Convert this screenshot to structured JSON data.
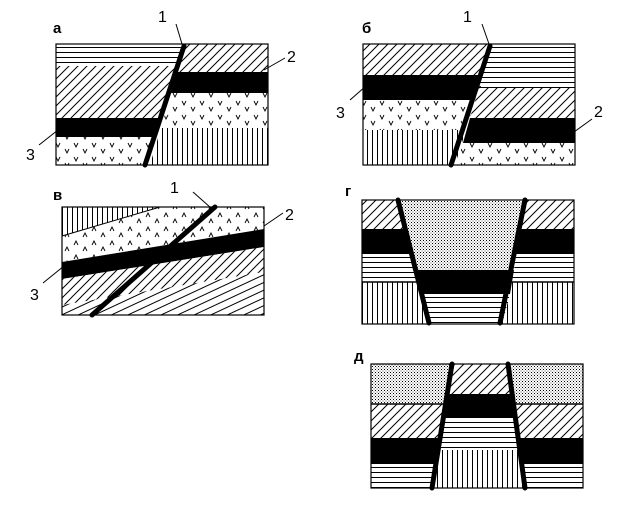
{
  "panels": [
    {
      "id": "a",
      "label": "а",
      "callouts": [
        "1",
        "2",
        "3"
      ]
    },
    {
      "id": "b",
      "label": "б",
      "callouts": [
        "1",
        "3",
        "2"
      ]
    },
    {
      "id": "v",
      "label": "в",
      "callouts": [
        "1",
        "2",
        "3"
      ]
    },
    {
      "id": "g",
      "label": "г",
      "callouts": []
    },
    {
      "id": "d",
      "label": "д",
      "callouts": []
    }
  ]
}
